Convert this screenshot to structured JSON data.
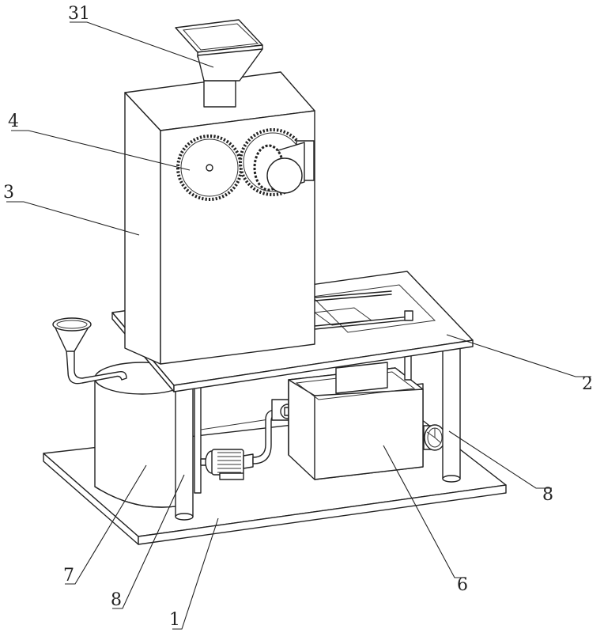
{
  "figure": {
    "type": "patent-perspective-drawing",
    "line_color": "#222222",
    "background": "#ffffff"
  },
  "labels": [
    {
      "id": "31",
      "text": "31",
      "part": "feed-hopper"
    },
    {
      "id": "4",
      "text": "4",
      "part": "crushing-gears"
    },
    {
      "id": "3",
      "text": "3",
      "part": "housing"
    },
    {
      "id": "2",
      "text": "2",
      "part": "top-platform"
    },
    {
      "id": "8a",
      "text": "8",
      "part": "support-leg-right"
    },
    {
      "id": "6",
      "text": "6",
      "part": "collection-box"
    },
    {
      "id": "7",
      "text": "7",
      "part": "water-tank"
    },
    {
      "id": "8b",
      "text": "8",
      "part": "support-leg-left"
    },
    {
      "id": "1",
      "text": "1",
      "part": "base-plate"
    }
  ]
}
